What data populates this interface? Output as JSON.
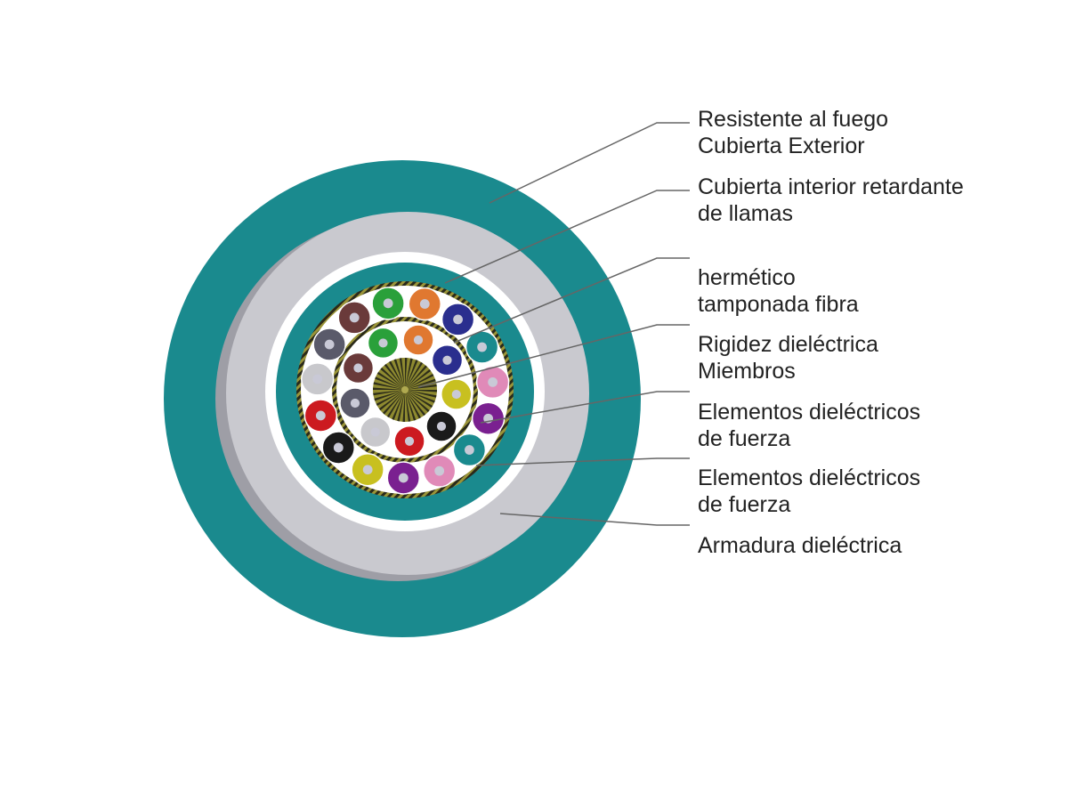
{
  "colors": {
    "outer_jacket": "#1a8a8e",
    "armor": "#c9c9cf",
    "inner_jacket": "#1a8a8e",
    "strength_yarn": "#a8a040",
    "leader_line": "#666666",
    "text": "#222222"
  },
  "labels": [
    {
      "line1": "Resistente al fuego",
      "line2": "Cubierta Exterior"
    },
    {
      "line1": "Cubierta interior retardante",
      "line2": "de llamas"
    },
    {
      "line1": "hermético",
      "line2": "tamponada  fibra"
    },
    {
      "line1": "Rigidez dieléctrica",
      "line2": "Miembros"
    },
    {
      "line1": "Elementos dieléctricos",
      "line2": "de fuerza"
    },
    {
      "line1": "Elementos dieléctricos",
      "line2": "de fuerza"
    },
    {
      "line1": "Armadura dieléctrica",
      "line2": ""
    }
  ],
  "fiber_colors": {
    "outer_ring": [
      "#e07830",
      "#2a2e8e",
      "#1a8a8e",
      "#e08ab8",
      "#7a2090",
      "#1a8a8e",
      "#e08ab8",
      "#7a2090",
      "#c8c020",
      "#1a1a1a",
      "#cc1a20",
      "#c8c8cc",
      "#5a5a6a",
      "#6a3a3a",
      "#2aa03a"
    ],
    "inner_ring": [
      "#2aa03a",
      "#e07830",
      "#2a2e8e",
      "#c8c020",
      "#1a1a1a",
      "#cc1a20",
      "#c8c8cc",
      "#5a5a6a",
      "#6a3a3a"
    ]
  }
}
